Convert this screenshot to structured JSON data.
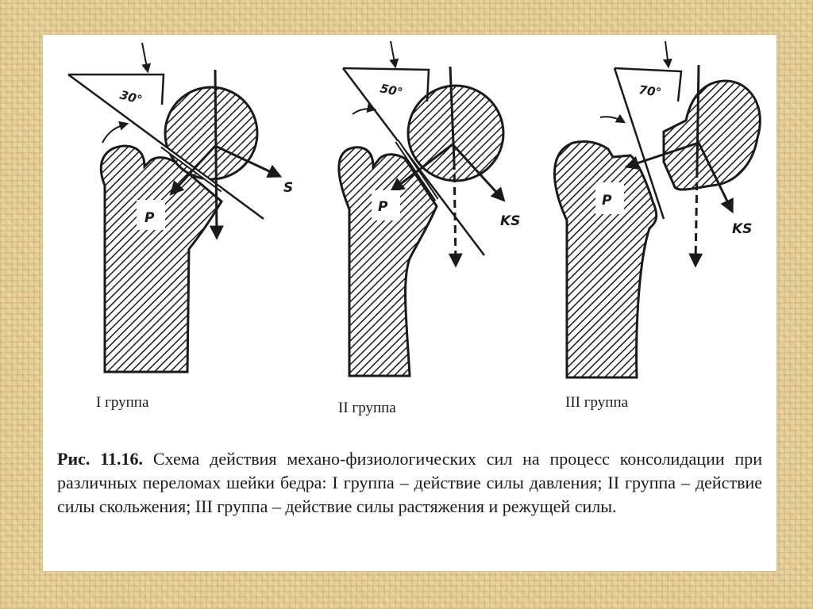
{
  "figure": {
    "groups": [
      {
        "label": "I группа",
        "angle": "30°",
        "force": "S",
        "pressure": "P"
      },
      {
        "label": "II группа",
        "angle": "50°",
        "force": "KS",
        "pressure": "P"
      },
      {
        "label": "III группа",
        "angle": "70°",
        "force": "KS",
        "pressure": "P"
      }
    ]
  },
  "caption": {
    "label": "Рис. 11.16.",
    "text": "Схема действия механо-физиологических сил на процесс консолидации при различных переломах шейки бедра: I группа – действие силы давления; II группа – действие силы скольжения; III группа – действие силы растяжения и режущей силы."
  },
  "colors": {
    "ink": "#1a1a1a",
    "paper": "#ffffff",
    "frame": "#e4cf98"
  }
}
